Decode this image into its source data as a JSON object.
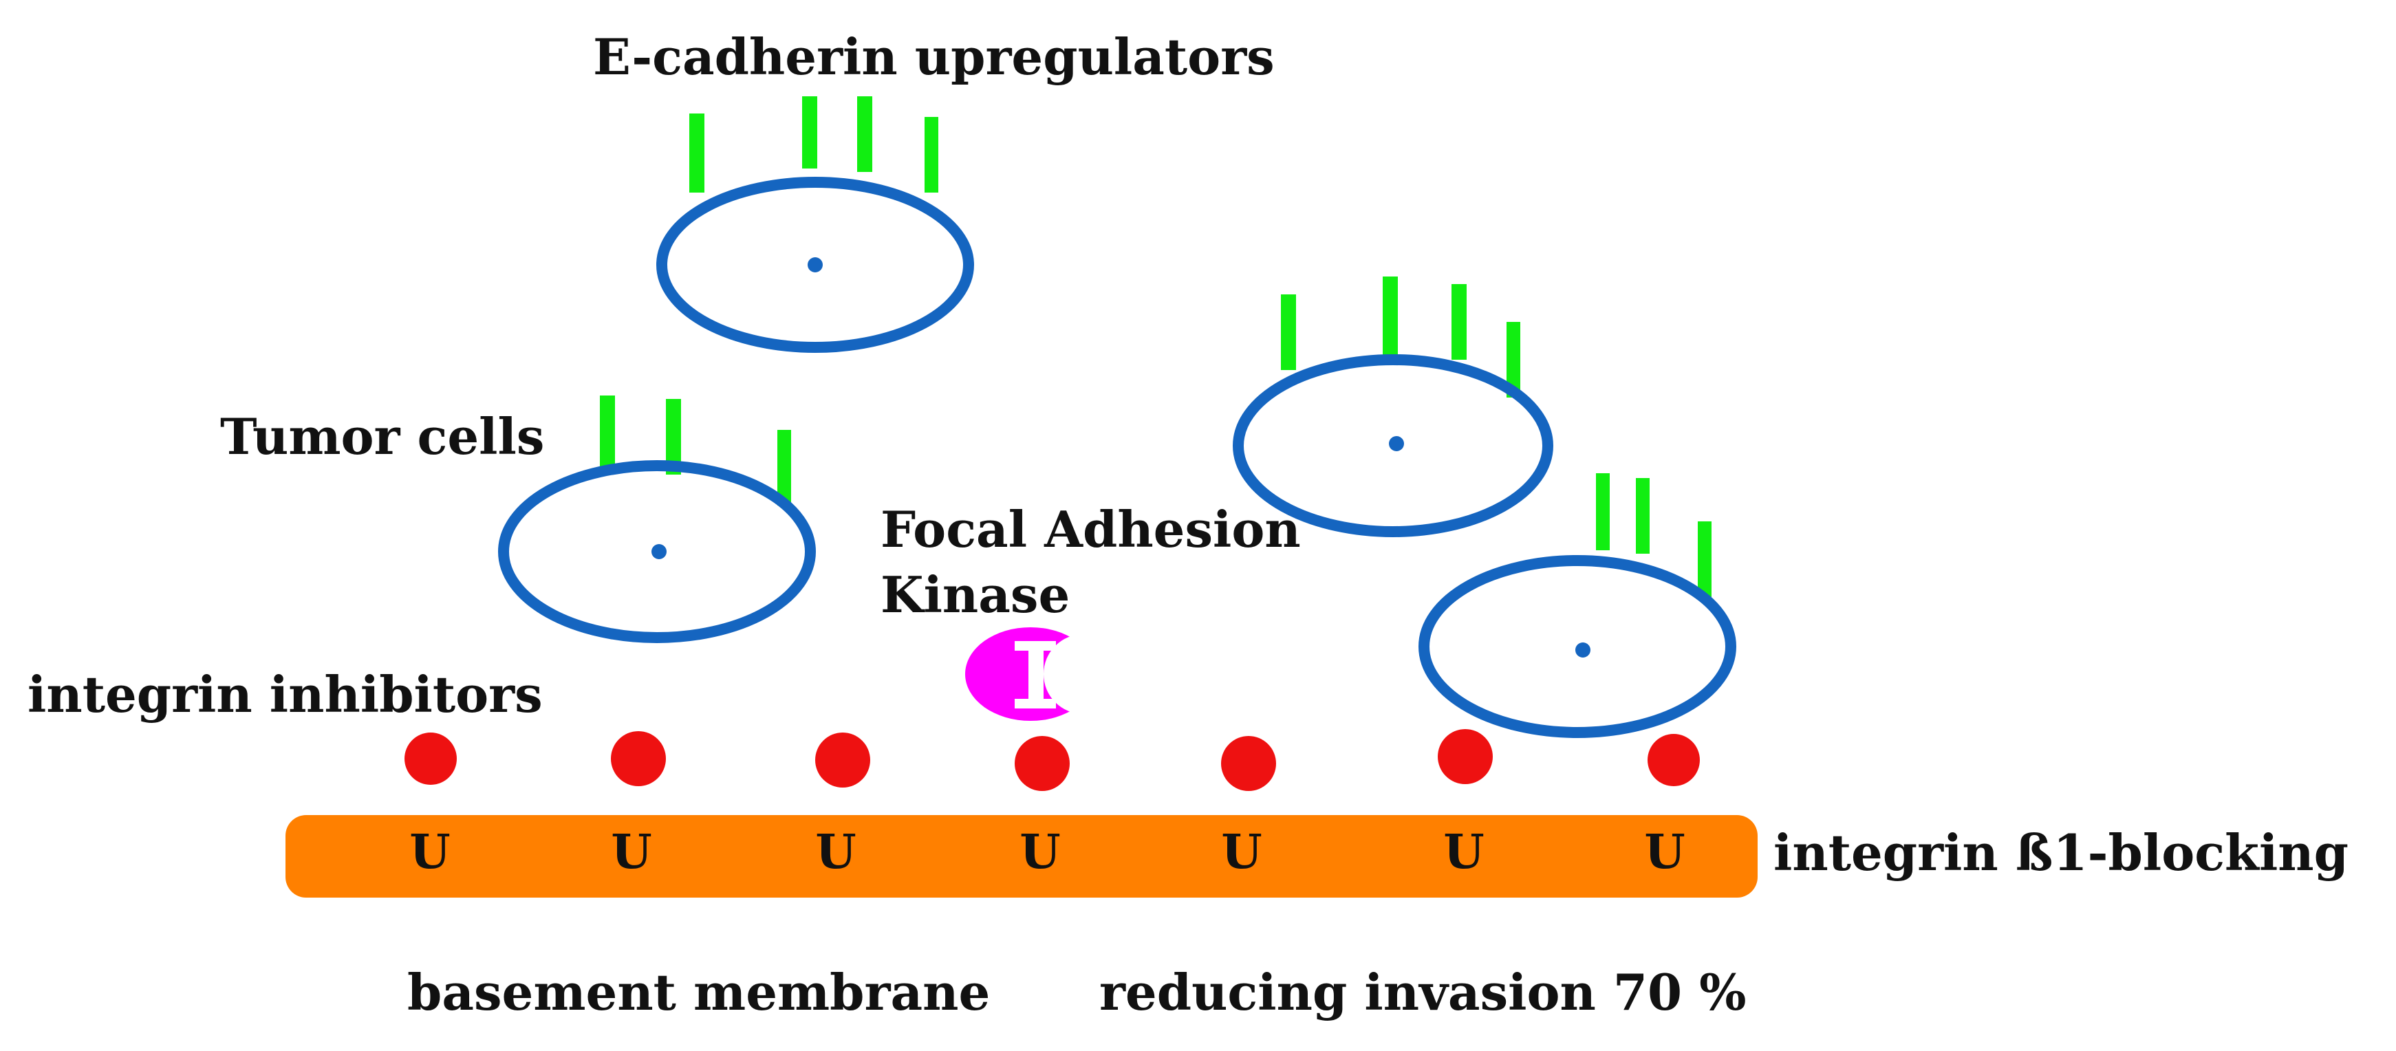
{
  "labels": {
    "e_cadherin": "E-cadherin upregulators",
    "tumor_cells": "Tumor cells",
    "fak_line1": "Focal Adhesion",
    "fak_line2": "Kinase",
    "integrin_inhibitors": "integrin inhibitors",
    "integrin_blocking": "integrin ß1-blocking",
    "basement_membrane": "basement membrane",
    "reducing_invasion": "reducing invasion 70 %"
  },
  "receptor_symbol": "U",
  "receptor_count": 7,
  "colors": {
    "cell_outline": "#1565c0",
    "nucleus": "#1565c0",
    "upregulator": "#11ee11",
    "inhibitor": "#ee1111",
    "membrane": "#ff8000",
    "kinase": "#ff00ff",
    "text": "#111111"
  }
}
